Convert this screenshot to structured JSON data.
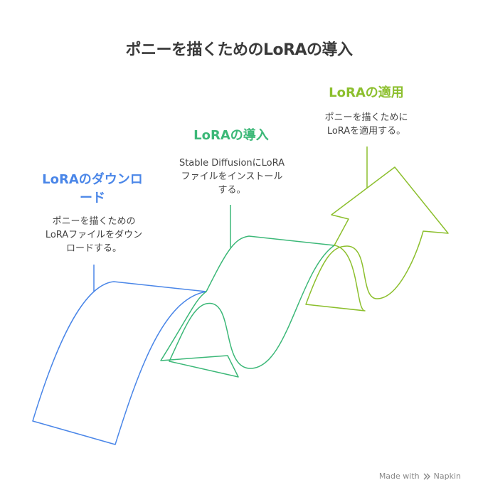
{
  "title": "ポニーを描くためのLoRAの導入",
  "colors": {
    "step1": "#4a86e8",
    "step2": "#3cb878",
    "step3": "#8cbf2d",
    "title": "#3a3a3a"
  },
  "steps": [
    {
      "title": "LoRAのダウンロード",
      "title_lines": [
        "LoRAのダウンロ",
        "ード"
      ],
      "desc_lines": [
        "ポニーを描くための",
        "LoRAファイルをダウン",
        "ロードする。"
      ]
    },
    {
      "title": "LoRAの導入",
      "title_lines": [
        "LoRAの導入"
      ],
      "desc_lines": [
        "Stable DiffusionにLoRA",
        "ファイルをインストール",
        "する。"
      ]
    },
    {
      "title": "LoRAの適用",
      "title_lines": [
        "LoRAの適用"
      ],
      "desc_lines": [
        "ポニーを描くために",
        "LoRAを適用する。"
      ]
    }
  ],
  "footer": {
    "made_with": "Made with",
    "brand": "Napkin",
    "icon": "napkin-logo-icon"
  }
}
